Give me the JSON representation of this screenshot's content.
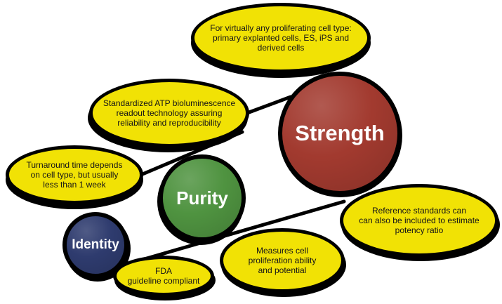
{
  "diagram": {
    "background_color": "#FFFFFF",
    "outline_color": "#000000",
    "bubble_text_color": "#131318",
    "circle_text_color": "#FFFFFF",
    "colors": {
      "callout_yellow": "#F1E205",
      "strength_red": "#A23A2F",
      "purity_green": "#4F9340",
      "identity_navy": "#2E3B6E"
    },
    "nodes": {
      "strength": {
        "label": "Strength",
        "color": "#A23A2F"
      },
      "purity": {
        "label": "Purity",
        "color": "#4F9340"
      },
      "identity": {
        "label": "Identity",
        "color": "#2E3B6E"
      },
      "top_bubble": {
        "color": "#F1E205",
        "lines": [
          "For virtually any proliferating cell type:",
          "primary explanted cells, ES, iPS and",
          "derived cells"
        ]
      },
      "atp_bubble": {
        "color": "#F1E205",
        "lines": [
          "Standardized ATP bioluminescence",
          "readout technology assuring",
          "reliability and reproducibility"
        ]
      },
      "turnaround_bubble": {
        "color": "#F1E205",
        "lines": [
          "Turnaround time depends",
          "on cell type, but usually",
          "less than 1 week"
        ]
      },
      "fda_bubble": {
        "color": "#F1E205",
        "lines": [
          "FDA",
          "guideline compliant"
        ]
      },
      "measures_bubble": {
        "color": "#F1E205",
        "lines": [
          "Measures cell",
          "proliferation ability",
          "and potential"
        ]
      },
      "reference_bubble": {
        "color": "#F1E205",
        "lines": [
          "Reference standards can",
          "can also be included to estimate",
          "potency ratio"
        ]
      }
    },
    "connections": [
      {
        "from": "turnaround_bubble",
        "to": "atp_bubble"
      },
      {
        "from": "atp_bubble",
        "to": "strength"
      },
      {
        "from": "fda_bubble",
        "to": "reference_bubble"
      }
    ]
  }
}
